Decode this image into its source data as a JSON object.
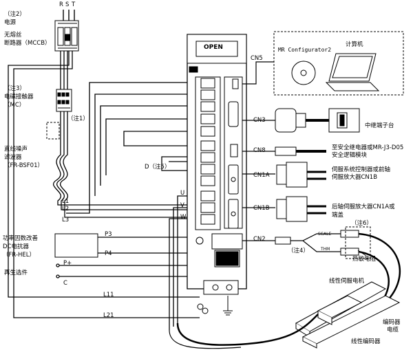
{
  "power": {
    "phase_r": "R",
    "phase_s": "S",
    "phase_t": "T",
    "note2": "（注2）",
    "source": "电源",
    "mccb_line1": "无熔丝",
    "mccb_line2": "断路器（MCCB）"
  },
  "contactor": {
    "note3": "（注3）",
    "line1": "电磁接触器",
    "line2": "（MC）"
  },
  "note1": "（注1）",
  "filter": {
    "line1": "直线噪声",
    "line2": "滤波器",
    "line3": "（FR-BSF01）"
  },
  "wires": {
    "l1": "L1",
    "l2": "L2",
    "l3": "L3",
    "l11": "L11",
    "l21": "L21",
    "d_note5": "D（注5）",
    "u": "U",
    "v": "V",
    "w": "W",
    "p3": "P3",
    "p4": "P4",
    "p_plus": "P+",
    "c": "C"
  },
  "reactor": {
    "line1": "功率因数改善",
    "line2": "DC电抗器",
    "line3": "（FR-HEL）"
  },
  "regen_option": "再生选件",
  "amplifier": {
    "open_label": "OPEN"
  },
  "connectors": {
    "cn5": "CN5",
    "cn3": "CN3",
    "cn8": "CN8",
    "cn1a": "CN1A",
    "cn1b": "CN1B",
    "cn2": "CN2"
  },
  "configurator": {
    "software": "MR Configurator2",
    "computer": "计算机"
  },
  "relay_terminal": "中继端子台",
  "safety": {
    "line1": "至安全继电器或MR-J3-D05",
    "line2": "安全逻辑模块"
  },
  "cn1a_desc": {
    "line1": "伺服系统控制器或前轴",
    "line2": "伺服放大器CN1B"
  },
  "cn1b_desc": {
    "line1": "后轴伺服放大器CN1A或",
    "line2": "端盖"
  },
  "encoder_side": {
    "note6": "（注6）",
    "note4": "（注4）",
    "scale": "SCALE",
    "thm": "THM",
    "thermistor": "热敏电阻"
  },
  "motor": {
    "linear_motor": "线性伺服电机",
    "encoder_cable_line1": "编码器",
    "encoder_cable_line2": "电缆",
    "linear_encoder": "线性编码器"
  }
}
